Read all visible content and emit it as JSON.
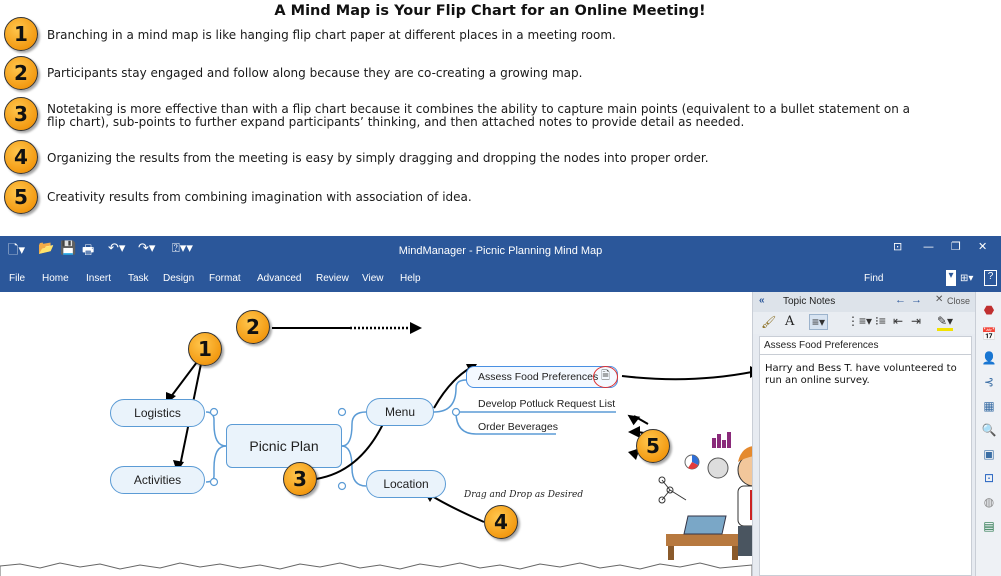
{
  "title": "A Mind Map is Your Flip Chart for an Online Meeting!",
  "points": [
    {
      "num": "1",
      "text": "Branching in a mind map is like hanging flip chart paper at different places in a meeting room."
    },
    {
      "num": "2",
      "text": "Participants stay engaged and follow along because they are co-creating a growing map."
    },
    {
      "num": "3",
      "text": "Notetaking is more effective than with a flip chart because it combines the ability to capture main points (equivalent to a bullet statement on a flip chart), sub-points to further expand participants’ thinking, and then attached notes to provide detail as needed."
    },
    {
      "num": "4",
      "text": "Organizing the results from the meeting is easy by simply dragging and dropping the nodes into proper order."
    },
    {
      "num": "5",
      "text": "Creativity results from combining imagination with association of idea."
    }
  ],
  "app": {
    "window_title": "MindManager - Picnic Planning Mind Map",
    "menu": [
      "File",
      "Home",
      "Insert",
      "Task",
      "Design",
      "Format",
      "Advanced",
      "Review",
      "View",
      "Help"
    ],
    "find_label": "Find"
  },
  "map": {
    "central": "Picnic Plan",
    "logistics": "Logistics",
    "activities": "Activities",
    "menu": "Menu",
    "location": "Location",
    "menu_subtopics": [
      "Assess Food Preferences",
      "Develop Potluck Request List",
      "Order Beverages"
    ],
    "drag_note": "Drag and Drop as Desired"
  },
  "callouts": {
    "c1": "1",
    "c2": "2",
    "c3": "3",
    "c4": "4",
    "c5": "5"
  },
  "notes_panel": {
    "header": "Topic Notes",
    "close_label": "Close",
    "topic": "Assess Food Preferences",
    "text": "Harry and Bess T. have volunteered to run an online survey."
  },
  "icons": {
    "new": "new-file-icon",
    "open": "open-folder-icon",
    "save": "save-icon",
    "print": "print-icon",
    "undo": "undo-icon",
    "redo": "redo-icon",
    "help": "help-icon",
    "note": "note-attachment-icon",
    "search": "search-icon"
  },
  "colors": {
    "titlebar": "#2b579a",
    "accent_orange": "#f39a12",
    "node_border": "#5b9bd5",
    "note_circle": "#e03030"
  }
}
